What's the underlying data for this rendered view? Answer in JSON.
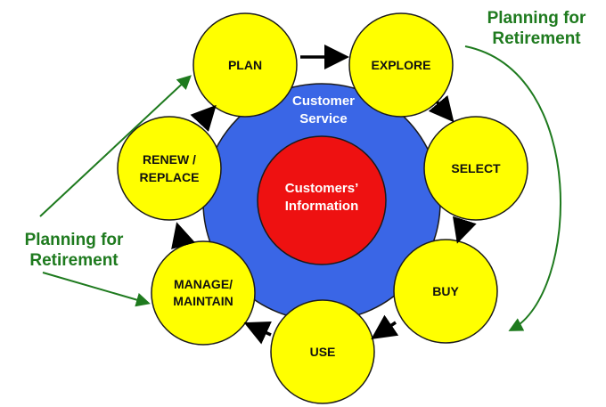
{
  "diagram": {
    "center": {
      "line1": "Customers’",
      "line2": "Information",
      "color": "#ee1111"
    },
    "ring": {
      "line1": "Customer",
      "line2": "Service",
      "color": "#3a66e6"
    },
    "stage_color": "#ffff00",
    "stages": [
      {
        "id": "plan",
        "lines": [
          "PLAN"
        ]
      },
      {
        "id": "explore",
        "lines": [
          "EXPLORE"
        ]
      },
      {
        "id": "select",
        "lines": [
          "SELECT"
        ]
      },
      {
        "id": "buy",
        "lines": [
          "BUY"
        ]
      },
      {
        "id": "use",
        "lines": [
          "USE"
        ]
      },
      {
        "id": "manage",
        "lines": [
          "MANAGE/",
          "MAINTAIN"
        ]
      },
      {
        "id": "renew",
        "lines": [
          "RENEW /",
          "REPLACE"
        ]
      }
    ]
  },
  "notes": {
    "color": "#1e7a1e",
    "left": {
      "line1": "Planning for",
      "line2": "Retirement"
    },
    "right": {
      "line1": "Planning for",
      "line2": "Retirement"
    }
  }
}
